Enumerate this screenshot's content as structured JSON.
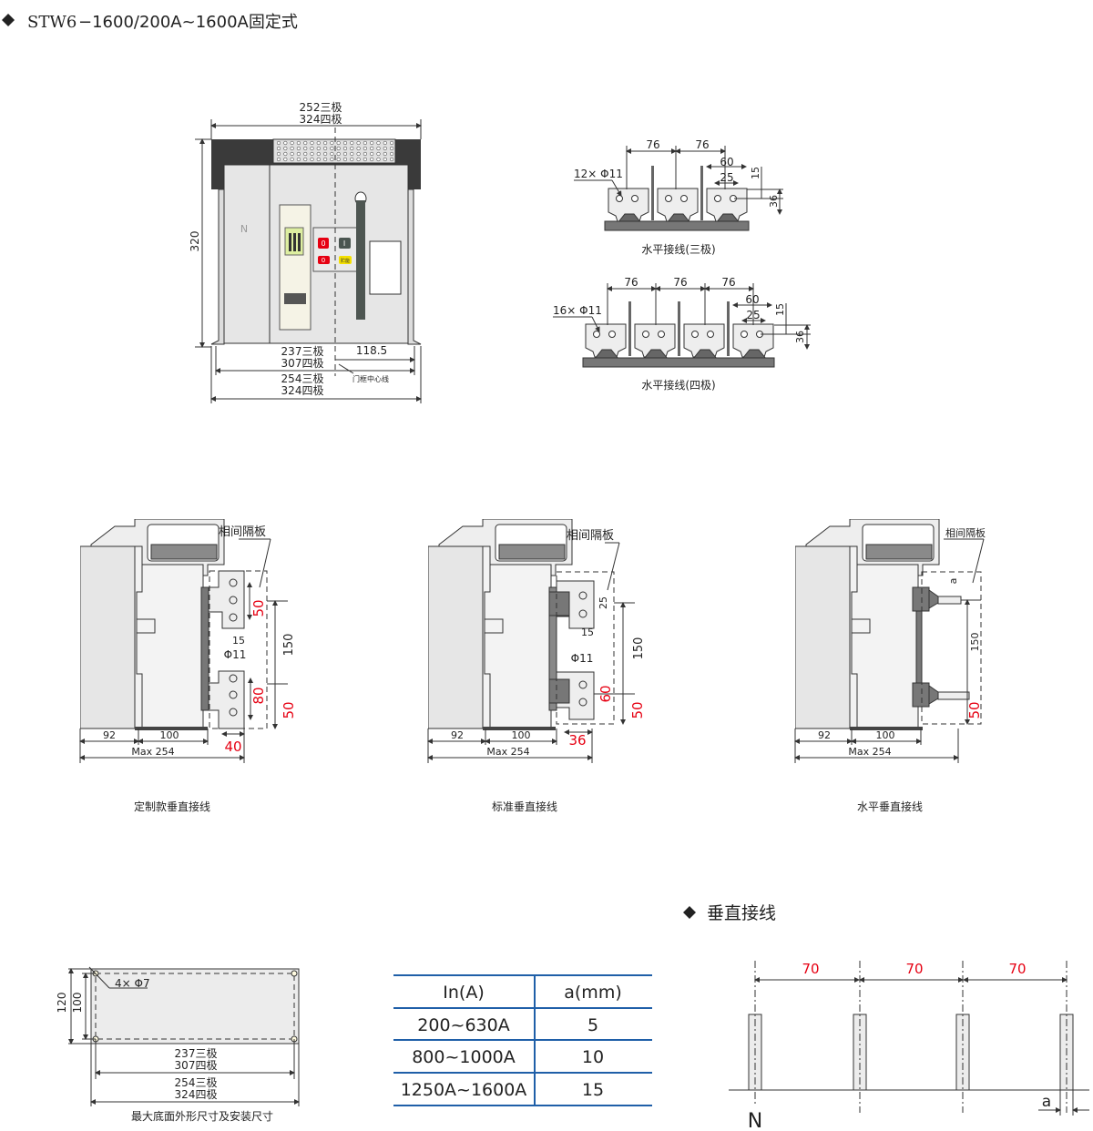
{
  "title": {
    "model": "STW6",
    "spec": "−1600/200A~1600A固定式"
  },
  "front_view": {
    "width_3p": "252三极",
    "width_4p": "324四极",
    "height": "320",
    "neutral_mark": "N",
    "inner_3p": "237三极",
    "inner_4p": "307四极",
    "offset": "118.5",
    "centerline_label": "门框中心线",
    "outer_3p": "254三极",
    "outer_4p": "324四极",
    "button_off": "0",
    "button_on": "I",
    "button_off2": "0",
    "button_store": "贮能"
  },
  "horizontal_3p": {
    "pitch1": "76",
    "pitch2": "76",
    "w60": "60",
    "w25": "25",
    "h15": "15",
    "h36": "36",
    "holes": "12× Φ11",
    "caption": "水平接线(三极)"
  },
  "horizontal_4p": {
    "pitch1": "76",
    "pitch2": "76",
    "pitch3": "76",
    "w60": "60",
    "w25": "25",
    "h15": "15",
    "h36": "36",
    "holes": "16× Φ11",
    "caption": "水平接线(四极)"
  },
  "side_custom": {
    "barrier": "相间隔板",
    "d50a": "50",
    "d150": "150",
    "d15": "15",
    "phi": "Φ11",
    "d80": "80",
    "d50b": "50",
    "d92": "92",
    "d100": "100",
    "max": "Max 254",
    "d40": "40",
    "caption": "定制款垂直接线"
  },
  "side_standard": {
    "barrier": "相间隔板",
    "d25": "25",
    "d15": "15",
    "phi": "Φ11",
    "d150": "150",
    "d60": "60",
    "d50": "50",
    "d92": "92",
    "d100": "100",
    "max": "Max 254",
    "d36": "36",
    "caption": "标准垂直接线"
  },
  "side_horizontal": {
    "barrier": "相间隔板",
    "a": "a",
    "d150": "150",
    "d50": "50",
    "d92": "92",
    "d100": "100",
    "max": "Max 254",
    "caption": "水平垂直接线"
  },
  "base": {
    "h120": "120",
    "h100": "100",
    "holes": "4× Φ7",
    "inner_3p": "237三极",
    "inner_4p": "307四极",
    "outer_3p": "254三极",
    "outer_4p": "324四极",
    "caption": "最大底面外形尺寸及安装尺寸"
  },
  "table": {
    "headers": [
      "In(A)",
      "a(mm)"
    ],
    "rows": [
      [
        "200~630A",
        "5"
      ],
      [
        "800~1000A",
        "10"
      ],
      [
        "1250A~1600A",
        "15"
      ]
    ]
  },
  "vertical_section": {
    "title": "垂直接线",
    "spacing": [
      "70",
      "70",
      "70"
    ],
    "neutral": "N",
    "a": "a"
  }
}
